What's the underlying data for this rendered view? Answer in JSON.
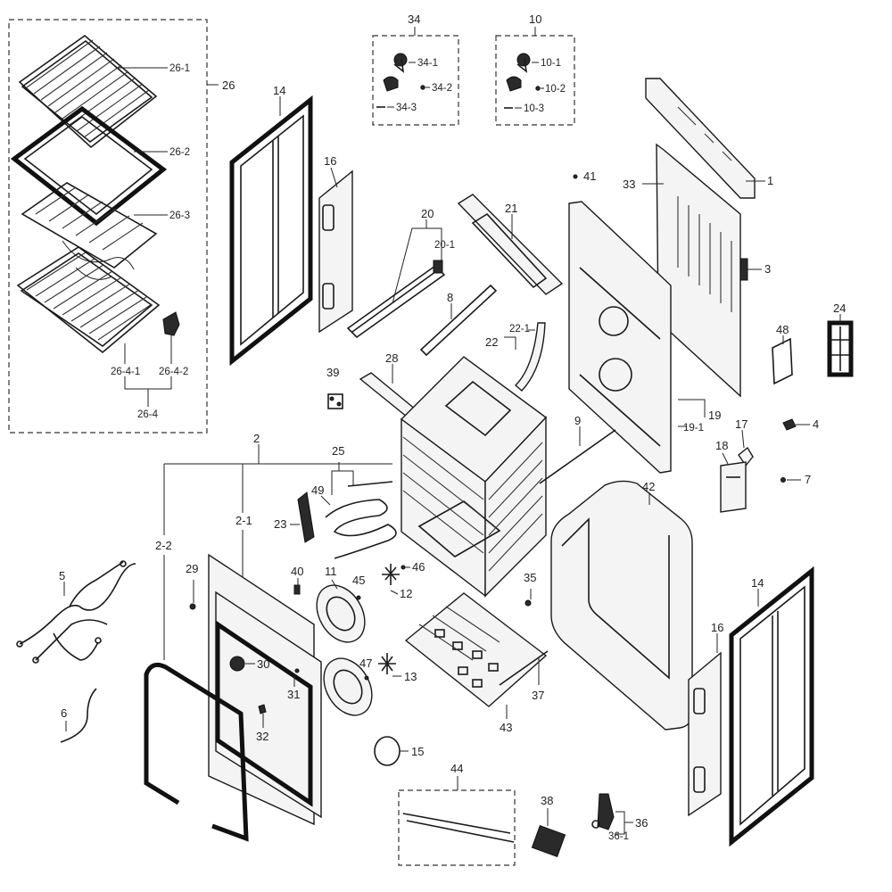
{
  "labels": {
    "l1": "1",
    "l2": "2",
    "l2_1": "2-1",
    "l2_2": "2-2",
    "l3": "3",
    "l4": "4",
    "l5": "5",
    "l6": "6",
    "l7": "7",
    "l8": "8",
    "l9": "9",
    "l10": "10",
    "l10_1": "10-1",
    "l10_2": "10-2",
    "l10_3": "10-3",
    "l11": "11",
    "l12": "12",
    "l13": "13",
    "l14a": "14",
    "l14b": "14",
    "l15": "15",
    "l16a": "16",
    "l16b": "16",
    "l17": "17",
    "l18": "18",
    "l19": "19",
    "l19_1": "19-1",
    "l20": "20",
    "l20_1": "20-1",
    "l21": "21",
    "l22": "22",
    "l22_1": "22-1",
    "l23": "23",
    "l24": "24",
    "l25": "25",
    "l26": "26",
    "l26_1": "26-1",
    "l26_2": "26-2",
    "l26_3": "26-3",
    "l26_4": "26-4",
    "l26_4_1": "26-4-1",
    "l26_4_2": "26-4-2",
    "l28": "28",
    "l29": "29",
    "l30": "30",
    "l31": "31",
    "l32": "32",
    "l33": "33",
    "l34": "34",
    "l34_1": "34-1",
    "l34_2": "34-2",
    "l34_3": "34-3",
    "l35": "35",
    "l36": "36",
    "l36_1": "36-1",
    "l37": "37",
    "l38": "38",
    "l39": "39",
    "l40": "40",
    "l41": "41",
    "l42": "42",
    "l43": "43",
    "l44": "44",
    "l45": "45",
    "l46": "46",
    "l47": "47",
    "l48": "48",
    "l49": "49"
  }
}
